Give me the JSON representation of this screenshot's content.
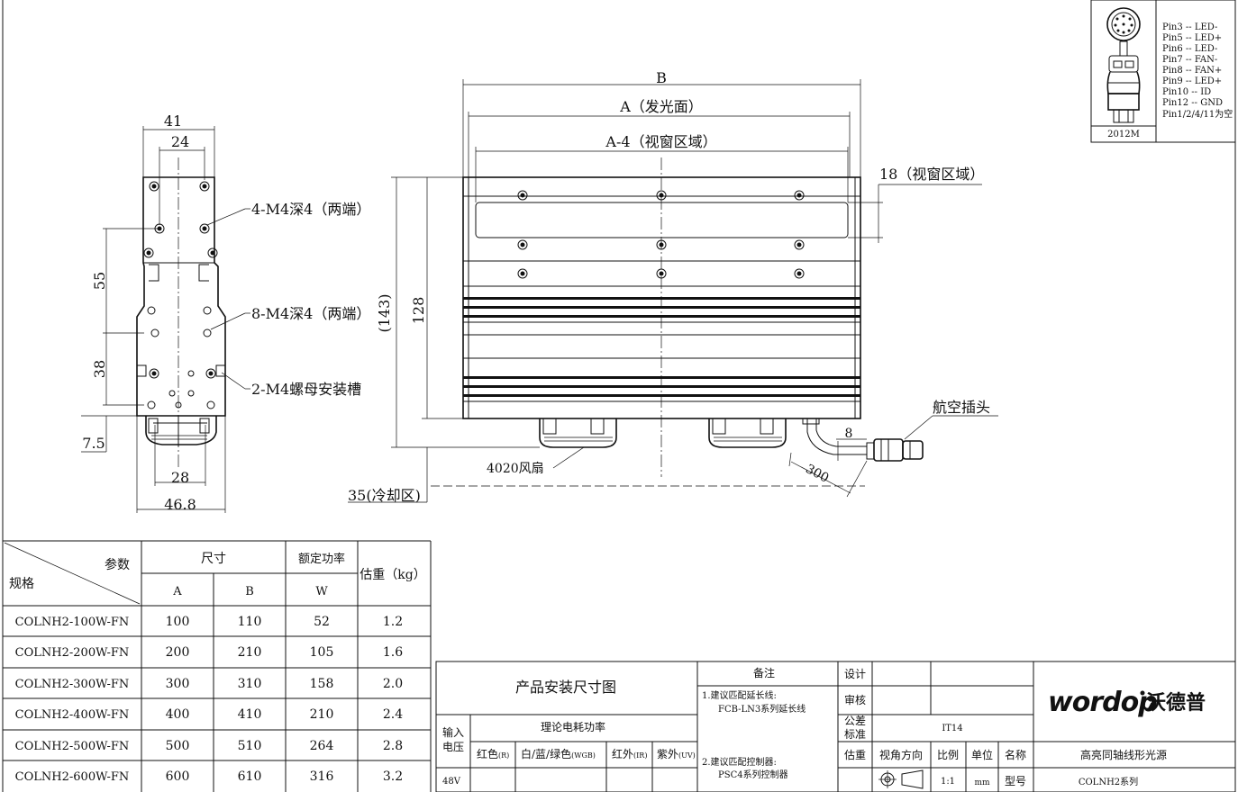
{
  "dimensions": {
    "top_41": "41",
    "top_24": "24",
    "h55": "55",
    "h38": "38",
    "h7_5": "7.5",
    "w28": "28",
    "w46_8": "46.8",
    "b": "B",
    "a": "A（发光面）",
    "a4": "A-4（视窗区域）",
    "d18": "18（视窗区域）",
    "d143": "(143)",
    "d128": "128",
    "d8": "8",
    "d300": "300",
    "d35": "35(冷却区)"
  },
  "callouts": {
    "m4_2end": "4-M4深4（两端）",
    "m4_8": "8-M4深4（两端）",
    "nut_slot": "2-M4螺母安装槽",
    "fan": "4020风扇",
    "connector": "航空插头"
  },
  "pinout": {
    "lines": [
      "Pin3 -- LED-",
      "Pin5 -- LED+",
      "Pin6 -- LED-",
      "Pin7 -- FAN-",
      "Pin8 -- FAN+",
      "Pin9 -- LED+",
      "Pin10 -- ID",
      "Pin12 -- GND",
      "Pin1/2/4/11为空"
    ],
    "model": "2012M"
  },
  "spec_table": {
    "corner_top": "参数",
    "corner_bottom": "规格",
    "size_header": "尺寸",
    "power_header": "额定功率",
    "weight_header": "估重（kg）",
    "sub_a": "A",
    "sub_b": "B",
    "sub_w": "W",
    "rows": [
      [
        "COLNH2-100W-FN",
        "100",
        "110",
        "52",
        "1.2"
      ],
      [
        "COLNH2-200W-FN",
        "200",
        "210",
        "105",
        "1.6"
      ],
      [
        "COLNH2-300W-FN",
        "300",
        "310",
        "158",
        "2.0"
      ],
      [
        "COLNH2-400W-FN",
        "400",
        "410",
        "210",
        "2.4"
      ],
      [
        "COLNH2-500W-FN",
        "500",
        "510",
        "264",
        "2.8"
      ],
      [
        "COLNH2-600W-FN",
        "600",
        "610",
        "316",
        "3.2"
      ]
    ]
  },
  "title_block": {
    "drawing_title": "产品安装尺寸图",
    "input_voltage": "输入电压",
    "power_label": "理论电耗功率",
    "red": "红色",
    "red_sub": "(R)",
    "wgb": "白/蓝/绿色",
    "wgb_sub": "(WGB)",
    "ir": "红外",
    "ir_sub": "(IR)",
    "uv": "紫外",
    "uv_sub": "(UV)",
    "voltage_value": "48V",
    "notes_header": "备注",
    "note1_a": "1.建议匹配延长线:",
    "note1_b": "FCB-LN3系列延长线",
    "note2_a": "2.建议匹配控制器:",
    "note2_b": "PSC4系列控制器",
    "design": "设计",
    "review": "审核",
    "tolerance": "公差标准",
    "tolerance_value": "IT14",
    "weight_est": "估重",
    "view_dir": "视角方向",
    "scale": "比例",
    "unit": "单位",
    "name": "名称",
    "scale_value": "1:1",
    "unit_value": "mm",
    "model_label": "型号",
    "product_name": "高亮同轴线形光源",
    "product_series": "COLNH2系列",
    "brand_latin": "wordop",
    "brand_cn": "沃德普"
  }
}
